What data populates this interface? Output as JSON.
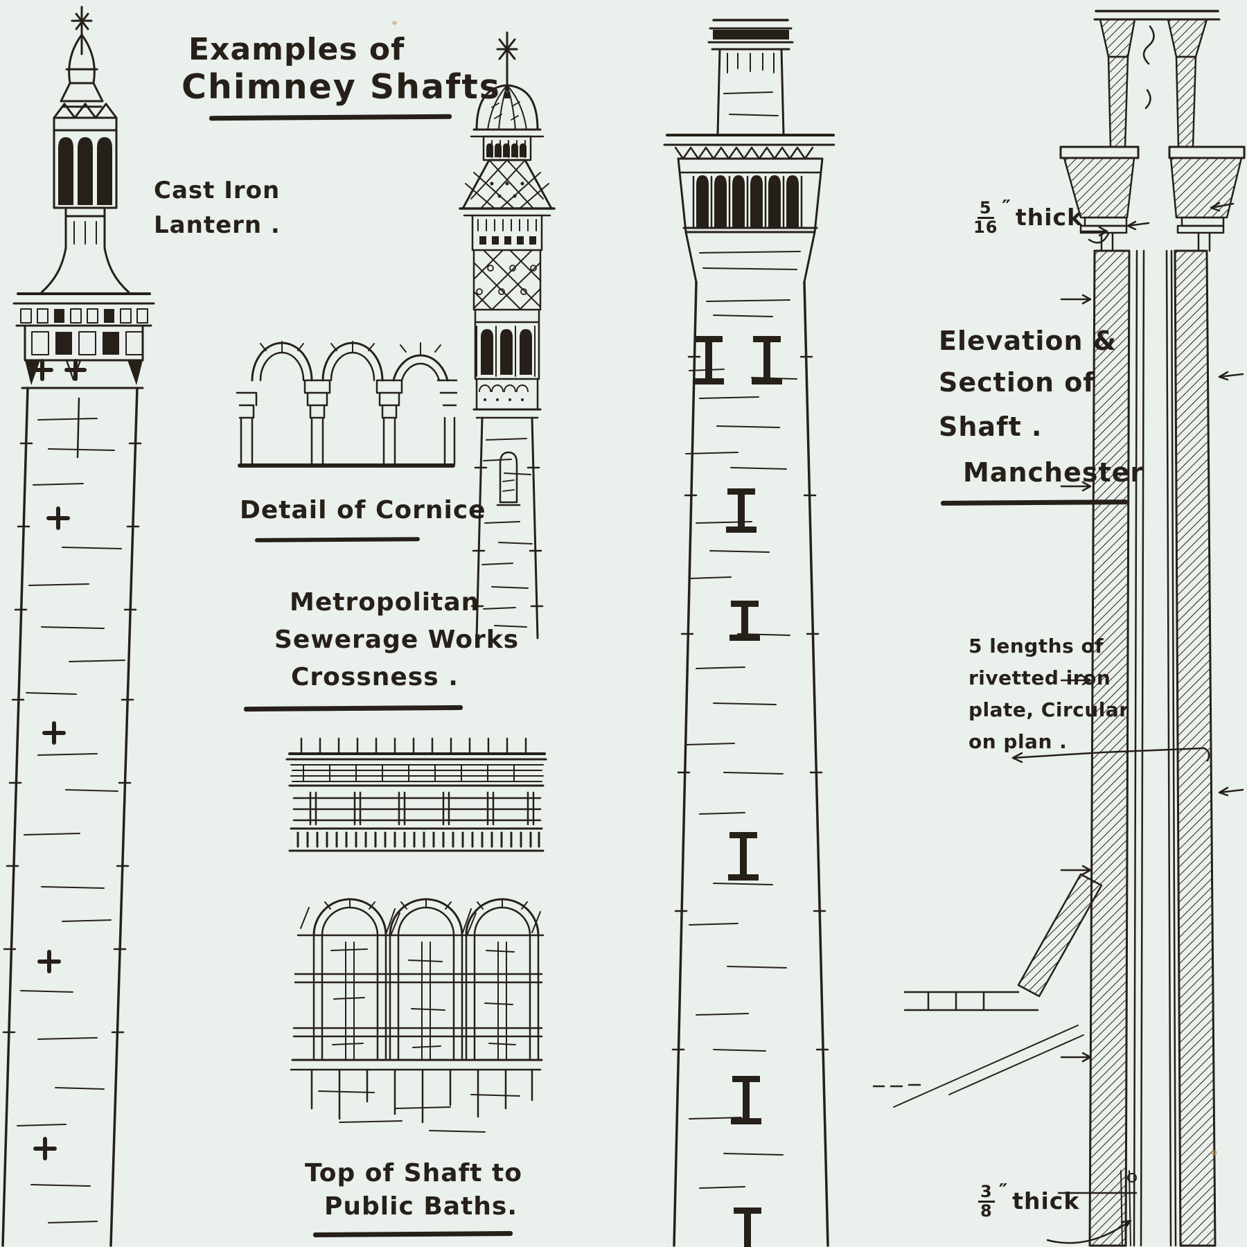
{
  "colors": {
    "paper": "#eaf0ec",
    "ink": "#262019"
  },
  "title": {
    "line1": "Examples of",
    "line2": "Chimney Shafts."
  },
  "labels": {
    "cast_iron": {
      "line1": "Cast Iron",
      "line2": "Lantern ."
    },
    "cornice": {
      "text": "Detail of Cornice"
    },
    "crossness": {
      "line1": "Metropolitan",
      "line2": "Sewerage Works",
      "line3": "Crossness ."
    },
    "public_baths": {
      "line1": "Top of Shaft to",
      "line2": "Public Baths."
    },
    "elevation": {
      "line1": "Elevation &",
      "line2": "Section of",
      "line3": "Shaft ."
    },
    "manchester": {
      "text": "Manchester"
    },
    "thick_upper": {
      "num": "5",
      "den": "16",
      "unit": "″",
      "word": "thick"
    },
    "riveted": {
      "line1": "5 lengths of",
      "line2": "rivetted iron",
      "line3": "plate, Circular",
      "line4": "on plan ."
    },
    "thick_lower": {
      "num": "3",
      "den": "8",
      "unit": "″",
      "word": "thick"
    }
  }
}
